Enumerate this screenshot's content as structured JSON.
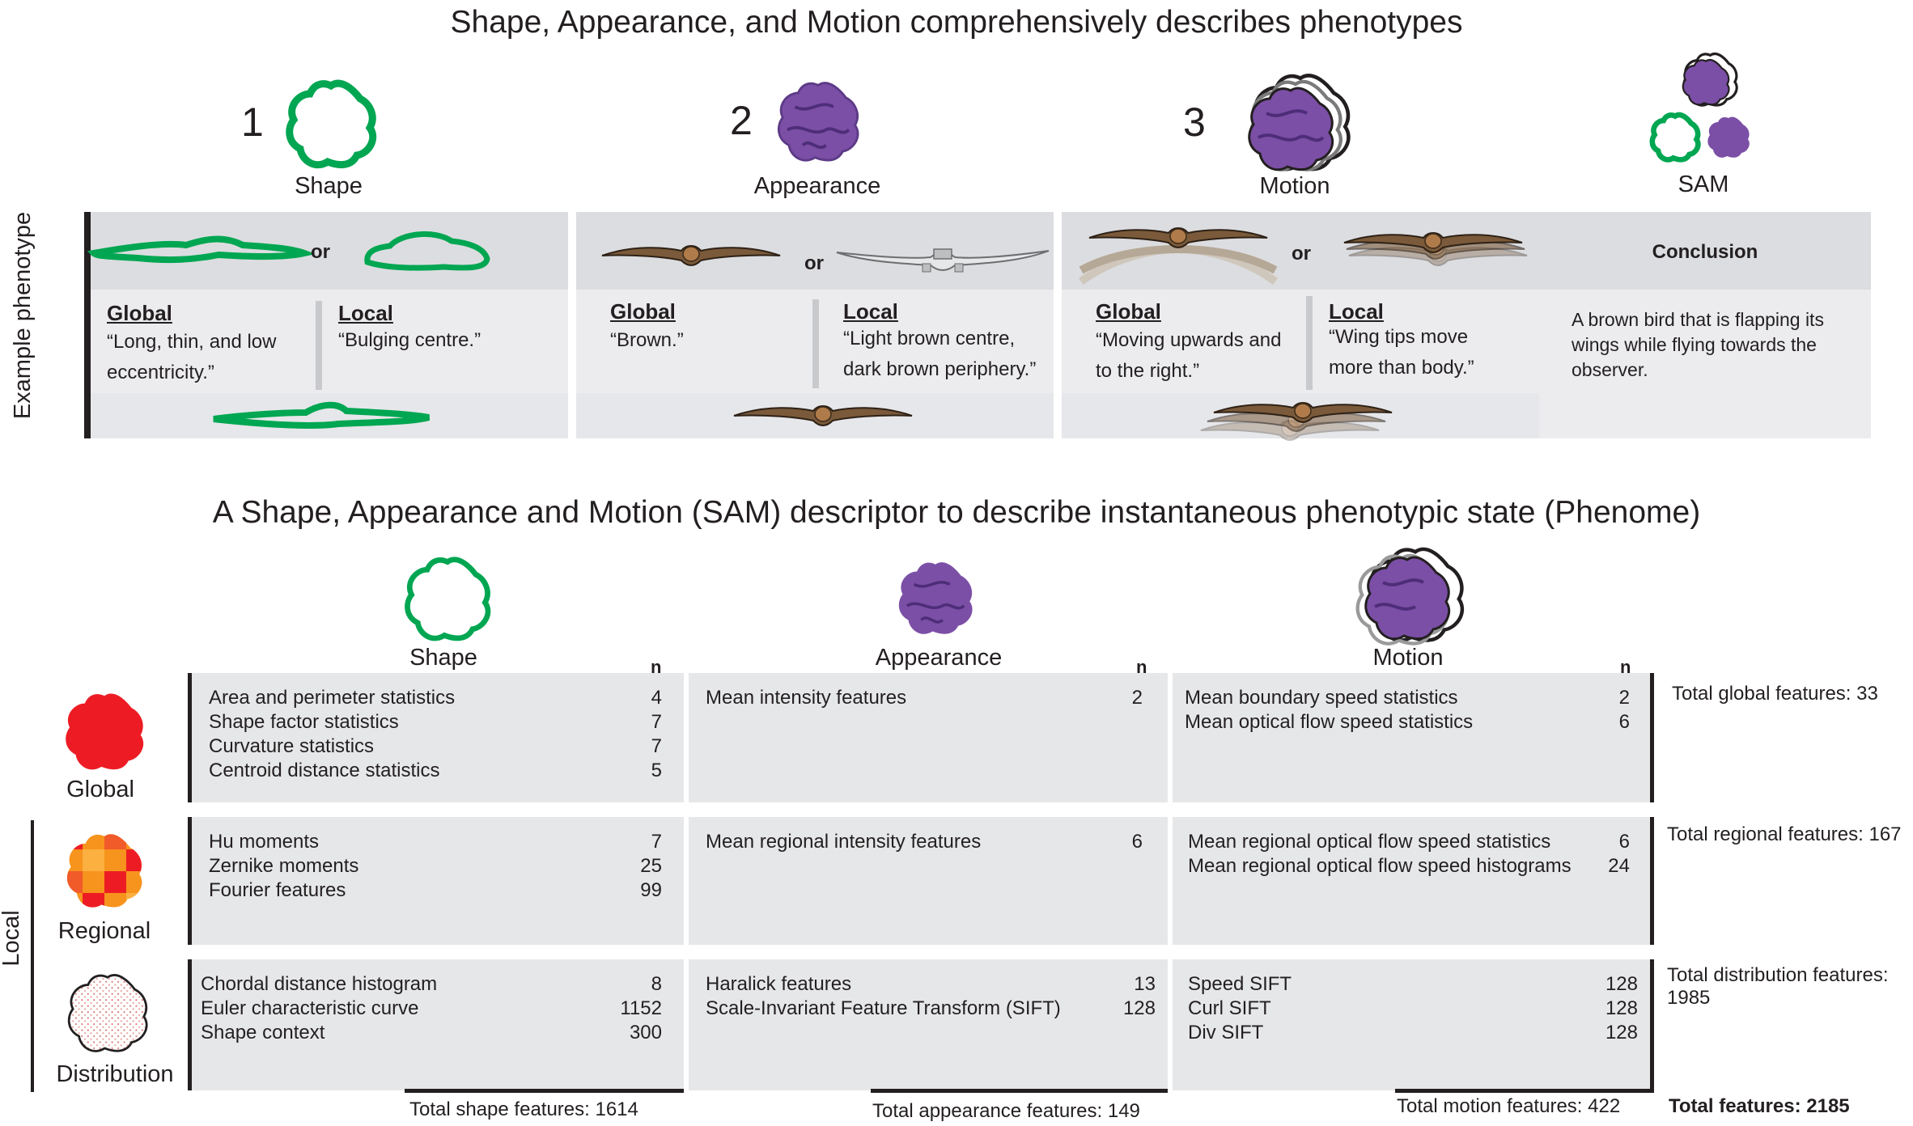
{
  "top": {
    "title": "Shape, Appearance, and Motion comprehensively describes phenotypes",
    "numbers": [
      "1",
      "2",
      "3"
    ],
    "labels": [
      "Shape",
      "Appearance",
      "Motion",
      "SAM"
    ],
    "side_label": "Example phenotype",
    "or_label": "or",
    "conclusion_heading": "Conclusion",
    "conclusion_text": "A brown bird that is flapping its wings while flying towards the observer.",
    "shape": {
      "global_heading": "Global",
      "global_text": "“Long, thin, and low eccentricity.”",
      "local_heading": "Local",
      "local_text": "“Bulging centre.”"
    },
    "appearance": {
      "global_heading": "Global",
      "global_text": "“Brown.”",
      "local_heading": "Local",
      "local_text": "“Light brown centre, dark brown periphery.”"
    },
    "motion": {
      "global_heading": "Global",
      "global_text": "“Moving upwards and to the right.”",
      "local_heading": "Local",
      "local_text": "“Wing tips move more than body.”"
    }
  },
  "bottom": {
    "title": "A Shape, Appearance and Motion (SAM) descriptor to describe instantaneous phenotypic state (Phenome)",
    "col_labels": [
      "Shape",
      "Appearance",
      "Motion"
    ],
    "n_label": "n",
    "row_labels": [
      "Global",
      "Regional",
      "Distribution"
    ],
    "local_label": "Local",
    "global": {
      "shape": [
        [
          "Area and perimeter statistics",
          "4"
        ],
        [
          "Shape factor statistics",
          "7"
        ],
        [
          "Curvature statistics",
          "7"
        ],
        [
          "Centroid distance statistics",
          "5"
        ]
      ],
      "appearance": [
        [
          "Mean intensity features",
          "2"
        ]
      ],
      "motion": [
        [
          "Mean boundary speed statistics",
          "2"
        ],
        [
          "Mean optical flow speed statistics",
          "6"
        ]
      ],
      "total": "Total global features: 33"
    },
    "regional": {
      "shape": [
        [
          "Hu moments",
          "7"
        ],
        [
          "Zernike moments",
          "25"
        ],
        [
          "Fourier features",
          "99"
        ]
      ],
      "appearance": [
        [
          "Mean regional intensity features",
          "6"
        ]
      ],
      "motion": [
        [
          "Mean regional optical flow speed statistics",
          "6"
        ],
        [
          "Mean regional optical flow speed histograms",
          "24"
        ]
      ],
      "total": "Total regional features: 167"
    },
    "distribution": {
      "shape": [
        [
          "Chordal distance histogram",
          "8"
        ],
        [
          "Euler characteristic curve",
          "1152"
        ],
        [
          "Shape context",
          "300"
        ]
      ],
      "appearance": [
        [
          "Haralick features",
          "13"
        ],
        [
          "Scale-Invariant Feature Transform (SIFT)",
          "128"
        ]
      ],
      "motion": [
        [
          "Speed SIFT",
          "128"
        ],
        [
          "Curl SIFT",
          "128"
        ],
        [
          "Div SIFT",
          "128"
        ]
      ],
      "total": "Total distribution features: 1985"
    },
    "col_totals": [
      "Total shape features: 1614",
      "Total appearance features: 149",
      "Total motion features: 422"
    ],
    "grand_total": "Total features: 2185"
  },
  "colors": {
    "green": "#00a651",
    "purple": "#7b4fa6",
    "red": "#ed1c24",
    "orange": "#f7941d",
    "text": "#231f20"
  }
}
